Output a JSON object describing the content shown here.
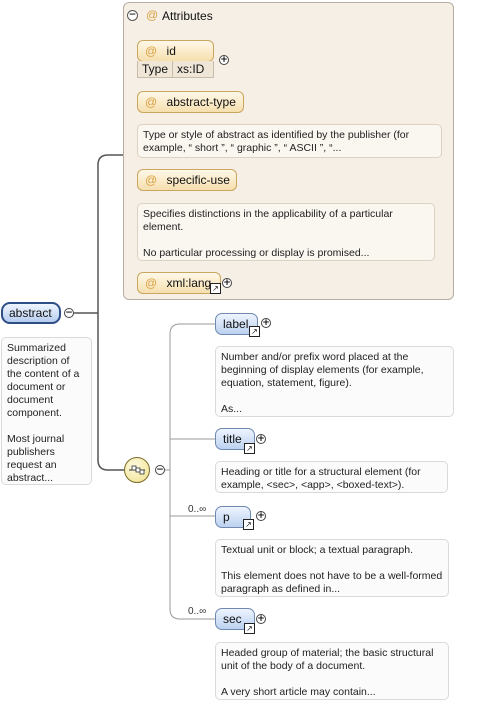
{
  "root": {
    "name": "abstract",
    "doc": "Summarized description of the content of a document or document component.\n\nMost journal publishers request an abstract..."
  },
  "attributes_panel": {
    "title": "Attributes",
    "at_symbol": "@",
    "collapse_symbol": "−",
    "items": [
      {
        "name": "id",
        "type_label": "Type",
        "type_value": "xs:ID"
      },
      {
        "name": "abstract-type",
        "doc": "Type or style of abstract as identified by the publisher (for example, “ short ”, “ graphic ”, “ ASCII ”, “..."
      },
      {
        "name": "specific-use",
        "doc": "Specifies distinctions in the applicability of a particular element.\n\nNo particular processing or display is promised..."
      },
      {
        "name": "xml:lang"
      }
    ]
  },
  "sequence": {
    "icon": "sequence-compositor-icon"
  },
  "children": [
    {
      "name": "label",
      "occurrence": "",
      "doc": "Number and/or prefix word placed at the beginning of display elements (for example, equation, statement, figure).\n\nAs..."
    },
    {
      "name": "title",
      "occurrence": "",
      "doc": "Heading or title for a structural element (for example, <sec>, <app>, <boxed-text>)."
    },
    {
      "name": "p",
      "occurrence": "0..∞",
      "doc": "Textual unit or block; a textual paragraph.\n\nThis element does not have to be a well-formed paragraph as defined in..."
    },
    {
      "name": "sec",
      "occurrence": "0..∞",
      "doc": "Headed group of material; the basic structural unit of the body of a document.\n\nA very short article may contain..."
    }
  ],
  "symbols": {
    "plus": "+",
    "minus": "−",
    "ref": "↗"
  },
  "colors": {
    "attribute_panel_bg": "#f6efe5",
    "attribute_pill": "#f6dfae",
    "element_pill": "#bcd2f0",
    "root_border": "#2e4f86",
    "connector": "#555555"
  }
}
